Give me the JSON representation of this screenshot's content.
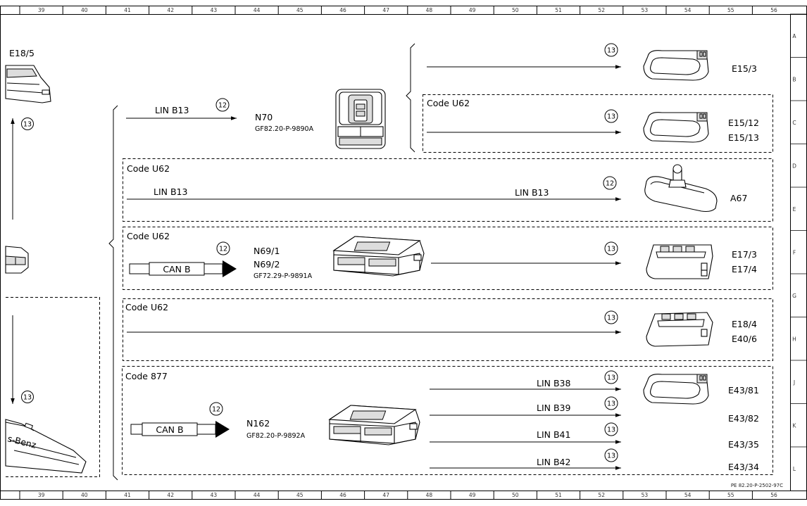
{
  "grid": {
    "columns": [
      "39",
      "40",
      "41",
      "42",
      "43",
      "44",
      "45",
      "46",
      "47",
      "48",
      "49",
      "50",
      "51",
      "52",
      "53",
      "54",
      "55",
      "56"
    ],
    "rows": [
      "A",
      "B",
      "C",
      "D",
      "E",
      "F",
      "G",
      "H",
      "J",
      "K",
      "L"
    ]
  },
  "left_partial": {
    "top_label": "E18/5",
    "top_circle": "13",
    "bottom_circle": "13",
    "bottom_brand_fragment": "s-Benz"
  },
  "row_n70": {
    "bus_label": "LIN B13",
    "circle": "12",
    "component": "N70",
    "doc_ref": "GF82.20-P-9890A"
  },
  "upper_group": {
    "e15_3": {
      "circle": "13",
      "label": "E15/3"
    },
    "code_box": {
      "code": "Code U62",
      "circle": "13",
      "labels": [
        "E15/12",
        "E15/13"
      ]
    }
  },
  "box_a67": {
    "code": "Code U62",
    "bus_left": "LIN B13",
    "bus_right": "LIN B13",
    "circle": "12",
    "label": "A67"
  },
  "box_n69": {
    "code": "Code U62",
    "can_label": "CAN B",
    "circle_in": "12",
    "components": [
      "N69/1",
      "N69/2"
    ],
    "doc_ref": "GF72.29-P-9891A",
    "circle_out": "13",
    "labels": [
      "E17/3",
      "E17/4"
    ]
  },
  "box_e18": {
    "code": "Code U62",
    "circle": "13",
    "labels": [
      "E18/4",
      "E40/6"
    ]
  },
  "box_877": {
    "code": "Code 877",
    "can_label": "CAN B",
    "circle_in": "12",
    "component": "N162",
    "doc_ref": "GF82.20-P-9892A",
    "outputs": [
      {
        "bus": "LIN B38",
        "circle": "13",
        "label": "E43/81"
      },
      {
        "bus": "LIN B39",
        "circle": "13",
        "label": "E43/82"
      },
      {
        "bus": "LIN B41",
        "circle": "13",
        "label": "E43/35"
      },
      {
        "bus": "LIN B42",
        "circle": "13",
        "label": "E43/34"
      }
    ]
  },
  "footer_ref": "PE 82.20-P-2502-97C"
}
